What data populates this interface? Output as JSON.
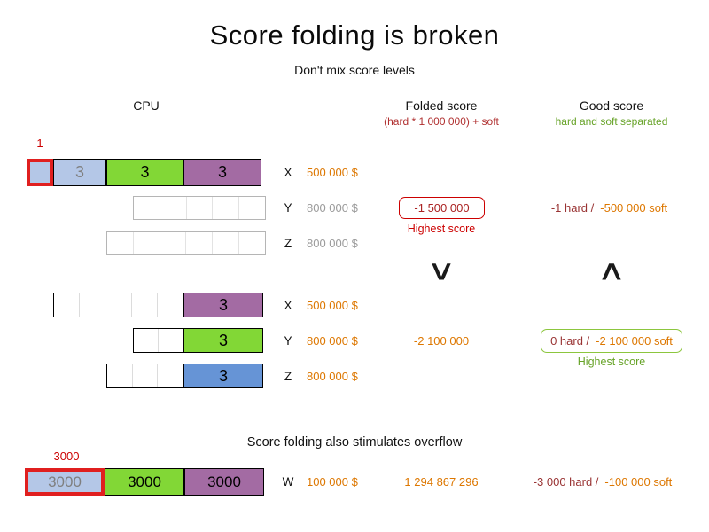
{
  "title": "Score folding is broken",
  "subtitle": "Don't mix score levels",
  "headers": {
    "cpu": "CPU",
    "folded_title": "Folded score",
    "folded_sub": "(hard * 1 000 000) + soft",
    "good_title": "Good score",
    "good_sub": "hard and soft separated"
  },
  "colors": {
    "cost_orange": "#dd7700",
    "unused_gray": "#9b9b9b",
    "hard_red": "#993333",
    "highlight_red": "#cc0000",
    "good_green": "#67a328",
    "bar_blue": "#b4c7e7",
    "bar_green": "#82d736",
    "bar_purple": "#a36ba3",
    "bar_steel": "#6694d6"
  },
  "section1": {
    "row_x": {
      "overflow_label": "1",
      "segments": [
        "3",
        "3",
        "3"
      ],
      "axis": "X",
      "cost": "500 000 $"
    },
    "row_y": {
      "axis": "Y",
      "cost": "800 000 $"
    },
    "row_z": {
      "axis": "Z",
      "cost": "800 000 $"
    },
    "folded_score": "-1 500 000",
    "folded_caption": "Highest score",
    "good_hard": "-1 hard /",
    "good_soft": "-500 000 soft",
    "folded_comparator": "∨",
    "good_comparator": "∧"
  },
  "section2": {
    "row_x": {
      "segment": "3",
      "axis": "X",
      "cost": "500 000 $"
    },
    "row_y": {
      "segment": "3",
      "axis": "Y",
      "cost": "800 000 $"
    },
    "row_z": {
      "segment": "3",
      "axis": "Z",
      "cost": "800 000 $"
    },
    "folded_score": "-2 100 000",
    "good_hard": "0 hard /",
    "good_soft": "-2 100 000 soft",
    "good_caption": "Highest score"
  },
  "section3": {
    "heading": "Score folding also stimulates overflow",
    "overflow_label": "3000",
    "row_w": {
      "segments": [
        "3000",
        "3000",
        "3000"
      ],
      "axis": "W",
      "cost": "100 000 $"
    },
    "folded_score": "1 294 867 296",
    "good_hard": "-3 000 hard /",
    "good_soft": "-100 000 soft"
  }
}
